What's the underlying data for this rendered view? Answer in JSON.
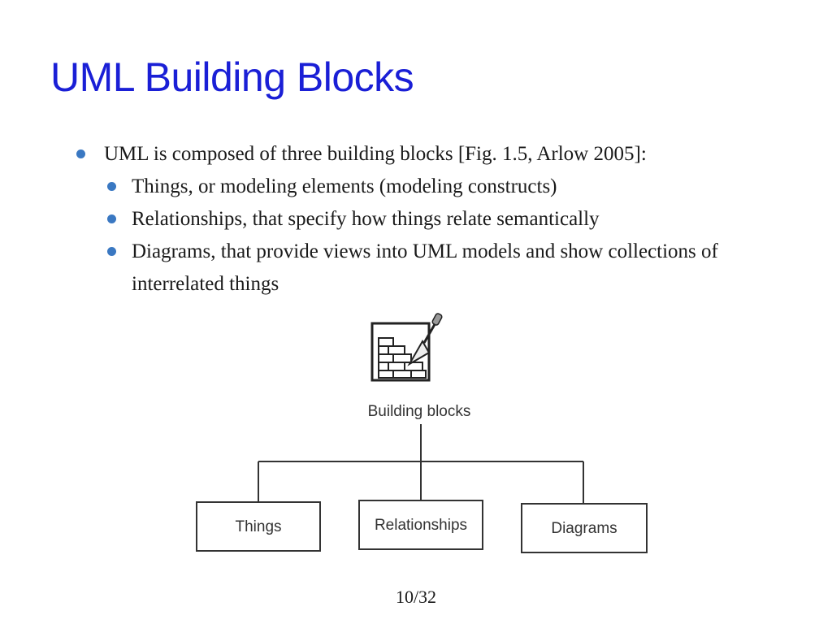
{
  "slide": {
    "title": "UML Building Blocks",
    "bullets": [
      "UML is composed of three building blocks [Fig. 1.5, Arlow 2005]:",
      "Things, or modeling elements (modeling constructs)",
      "Relationships, that specify how things relate semantically",
      "Diagrams, that provide views into UML models and show collections of interrelated things"
    ],
    "page_number": "10/32"
  },
  "figure": {
    "root_label": "Building blocks",
    "children": [
      "Things",
      "Relationships",
      "Diagrams"
    ],
    "icon": "bricks-and-trowel-icon"
  },
  "colors": {
    "title": "#1a1fd6",
    "bullet": "#3a78c2",
    "text": "#1a1a1a"
  }
}
